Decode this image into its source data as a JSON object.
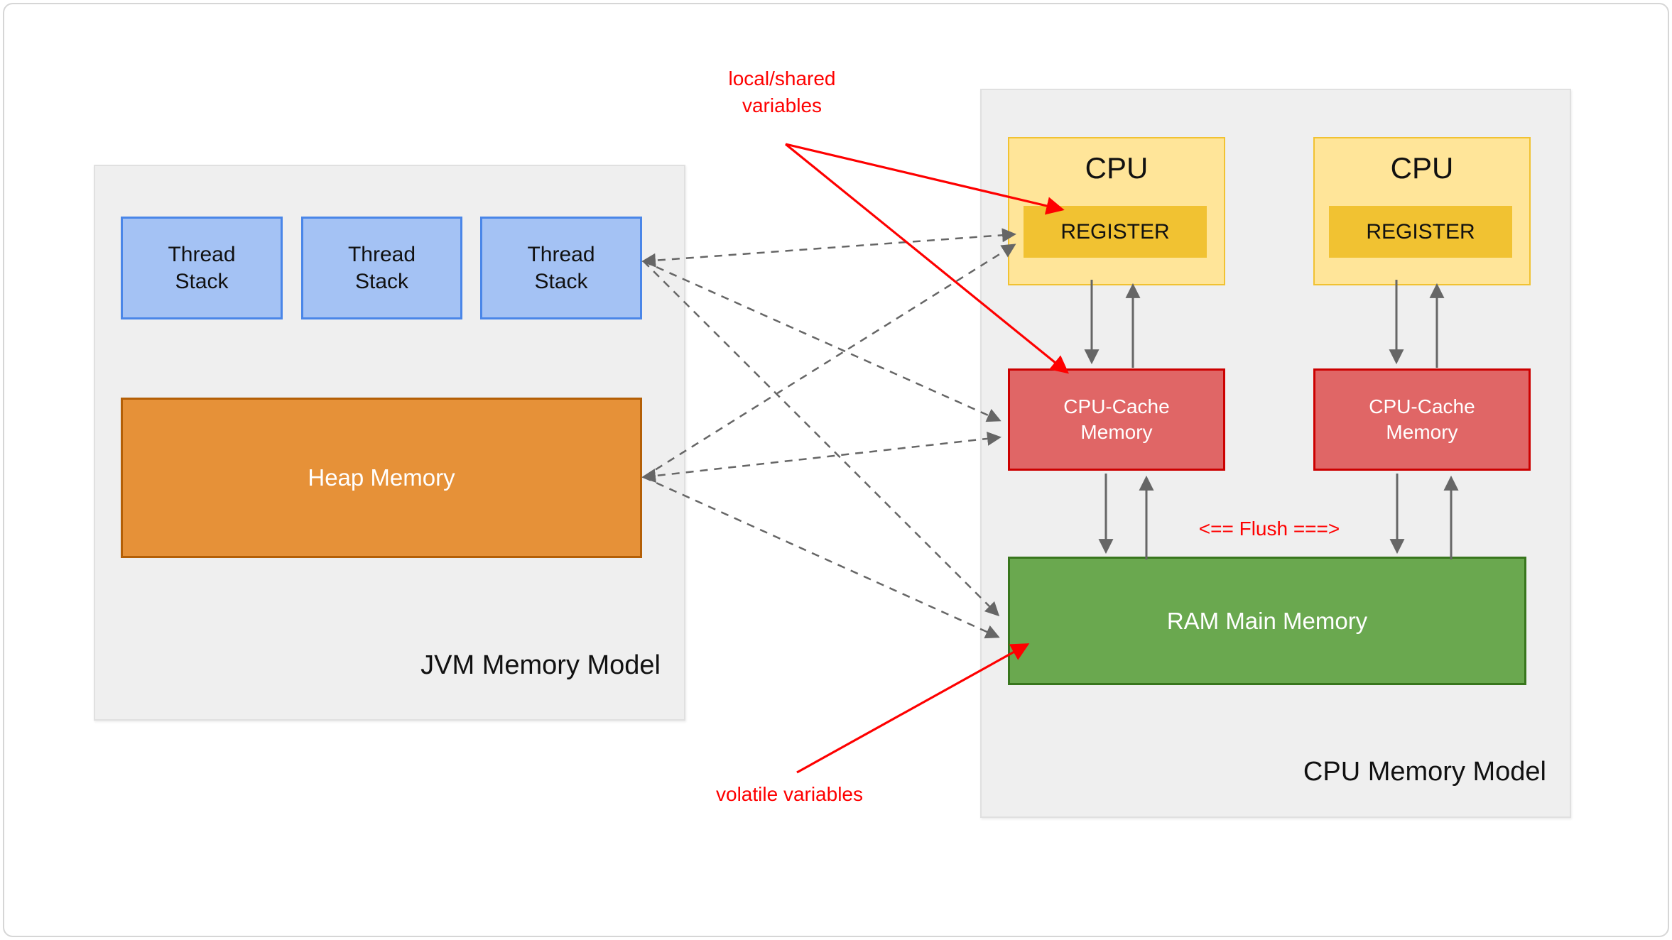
{
  "jvm_panel": {
    "label": "JVM Memory Model",
    "thread_stacks": [
      {
        "label": "Thread\nStack"
      },
      {
        "label": "Thread\nStack"
      },
      {
        "label": "Thread\nStack"
      }
    ],
    "heap": {
      "label": "Heap Memory"
    }
  },
  "cpu_panel": {
    "label": "CPU Memory Model",
    "cpus": [
      {
        "label": "CPU",
        "register_label": "REGISTER",
        "cache_label": "CPU-Cache\nMemory"
      },
      {
        "label": "CPU",
        "register_label": "REGISTER",
        "cache_label": "CPU-Cache\nMemory"
      }
    ],
    "ram": {
      "label": "RAM Main Memory"
    },
    "flush_label": "<== Flush ===>"
  },
  "annotations": {
    "local_shared": "local/shared\nvariables",
    "volatile": "volatile variables"
  },
  "colors": {
    "page-bg": "#ffffff",
    "frame-border": "#d6d6d6",
    "panel-fill": "#efefef",
    "panel-border": "#e0e0e0",
    "thread-fill": "#a4c2f4",
    "thread-border": "#4a86e8",
    "heap-fill": "#e69138",
    "heap-border": "#b45f06",
    "cpu-fill": "#ffe599",
    "cpu-border": "#f1c232",
    "register-fill": "#f1c232",
    "cache-fill": "#e06666",
    "cache-border": "#cc0000",
    "ram-fill": "#6aa84f",
    "ram-border": "#38761d",
    "annotation-red": "#fe0000",
    "arrow-gray": "#666666",
    "text-dark": "#111111",
    "text-light": "#ffffff"
  }
}
